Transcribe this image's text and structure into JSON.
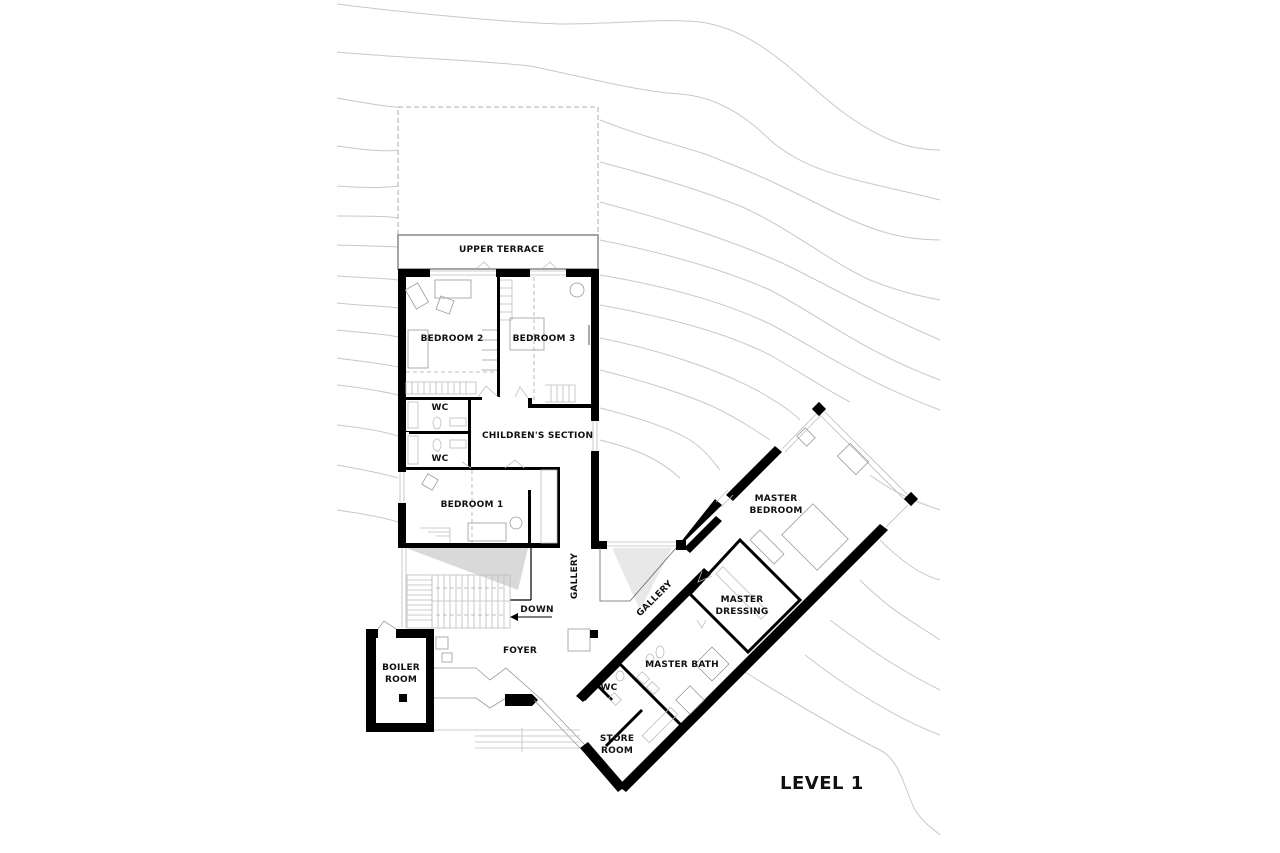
{
  "drawing": {
    "title": "LEVEL 1",
    "type": "architectural floor plan"
  },
  "rooms": [
    {
      "id": "upper-terrace",
      "label": "UPPER TERRACE"
    },
    {
      "id": "bedroom-2",
      "label": "BEDROOM 2"
    },
    {
      "id": "bedroom-3",
      "label": "BEDROOM 3"
    },
    {
      "id": "wc-upper",
      "label": "WC"
    },
    {
      "id": "childrens-section",
      "label": "CHILDREN'S SECTION"
    },
    {
      "id": "wc-lower",
      "label": "WC"
    },
    {
      "id": "bedroom-1",
      "label": "BEDROOM 1"
    },
    {
      "id": "gallery-vertical",
      "label": "GALLERY"
    },
    {
      "id": "gallery-diagonal",
      "label": "GALLERY"
    },
    {
      "id": "down",
      "label": "DOWN"
    },
    {
      "id": "foyer",
      "label": "FOYER"
    },
    {
      "id": "boiler-room",
      "label": "BOILER\nROOM"
    },
    {
      "id": "master-bedroom",
      "label": "MASTER\nBEDROOM"
    },
    {
      "id": "master-dressing",
      "label": "MASTER\nDRESSING"
    },
    {
      "id": "master-bath",
      "label": "MASTER BATH"
    },
    {
      "id": "wc-master",
      "label": "WC"
    },
    {
      "id": "store-room",
      "label": "STORE\nROOM"
    }
  ]
}
